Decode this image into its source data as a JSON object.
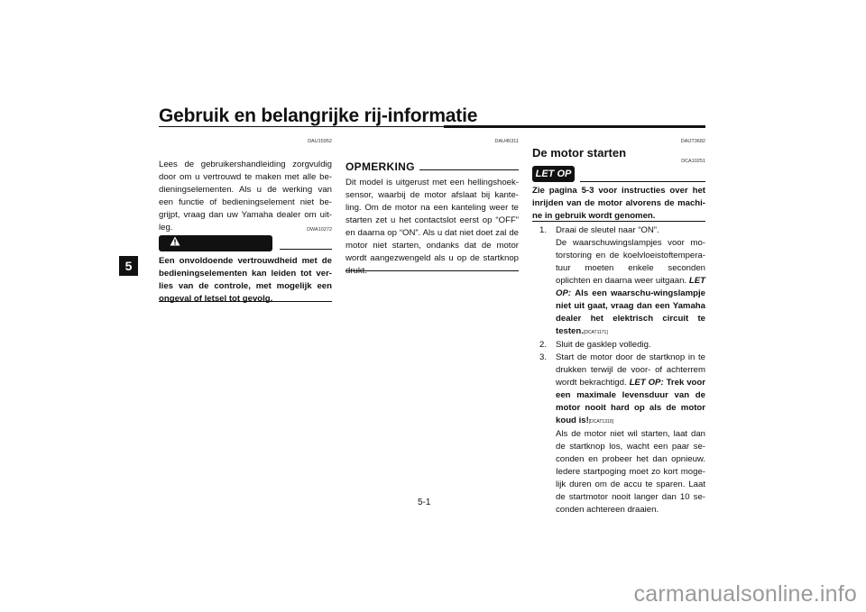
{
  "header": {
    "title": "Gebruik en belangrijke rij-informatie",
    "chapter": "5",
    "page_number": "5-1"
  },
  "col1": {
    "code1": "DAU15952",
    "intro": "Lees de gebruikershandleiding zorgvuldig door om u vertrouwd te maken met alle be-dieningselementen. Als u de werking van een functie of bedieningselement niet be-grijpt, vraag dan uw Yamaha dealer om uit-leg.",
    "code2": "DWA10272",
    "warning_label": "WAARSCHUWING",
    "warning_text": "Een onvoldoende vertrouwdheid met de bedieningselementen kan leiden tot ver-lies van de controle, met mogelijk een ongeval of letsel tot gevolg."
  },
  "col2": {
    "code": "DAU45311",
    "note_label": "OPMERKING",
    "note_text": "Dit model is uitgerust met een hellingshoek-sensor, waarbij de motor afslaat bij kante-ling. Om de motor na een kanteling weer te starten zet u het contactslot eerst op “OFF” en daarna op “ON”. Als u dat niet doet zal de motor niet starten, ondanks dat de motor wordt aangezwengeld als u op de startknop drukt."
  },
  "col3": {
    "code1": "DAUT3682",
    "heading": "De motor starten",
    "code2": "DCA10251",
    "caution_label": "LET OP",
    "caution_text": "Zie pagina 5-3 voor instructies over het inrijden van de motor alvorens de machi-ne in gebruik wordt genomen.",
    "steps": [
      {
        "num": "1.",
        "text": "Draai de sleutel naar “ON”.",
        "sub": "De waarschuwingslampjes voor mo-torstoring en de koelvloeistoftempera-tuur moeten enkele seconden oplichten en daarna weer uitgaan.",
        "let_op": "LET OP:",
        "let_op_text": "Als een waarschu-wingslampje niet uit gaat, vraag dan een Yamaha dealer het elektrisch circuit te testen.",
        "code": "[DCAT1171]"
      },
      {
        "num": "2.",
        "text": "Sluit de gasklep volledig."
      },
      {
        "num": "3.",
        "text": "Start de motor door de startknop in te drukken terwijl de voor- of achterrem wordt bekrachtigd.",
        "let_op": "LET OP:",
        "let_op_text": "Trek voor een maximale levensduur van de motor nooit hard op als de motor koud is!",
        "code": "[DCAT1310]",
        "sub": "Als de motor niet wil starten, laat dan de startknop los, wacht een paar se-conden en probeer het dan opnieuw. Iedere startpoging moet zo kort moge-lijk duren om de accu te sparen. Laat de startmotor nooit langer dan 10 se-conden achtereen draaien."
      }
    ]
  },
  "watermark": "carmanualsonline.info"
}
